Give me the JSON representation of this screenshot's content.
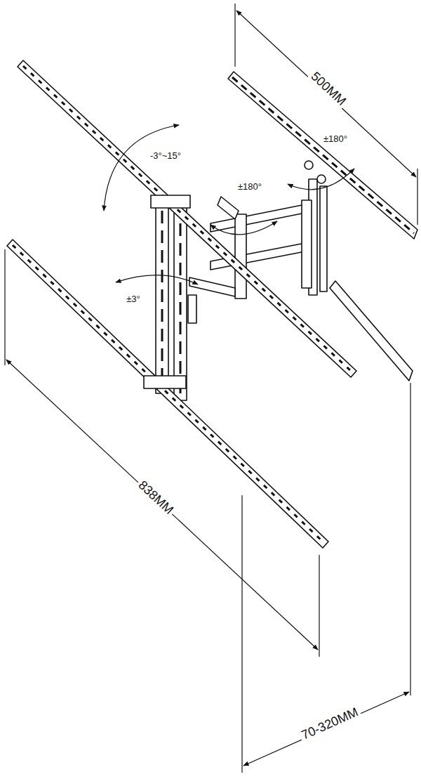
{
  "diagram": {
    "labels": [
      "500MM",
      "±180°",
      "-3°~15°",
      "±180°",
      "±3°",
      "838MM",
      "70-320MM"
    ]
  }
}
